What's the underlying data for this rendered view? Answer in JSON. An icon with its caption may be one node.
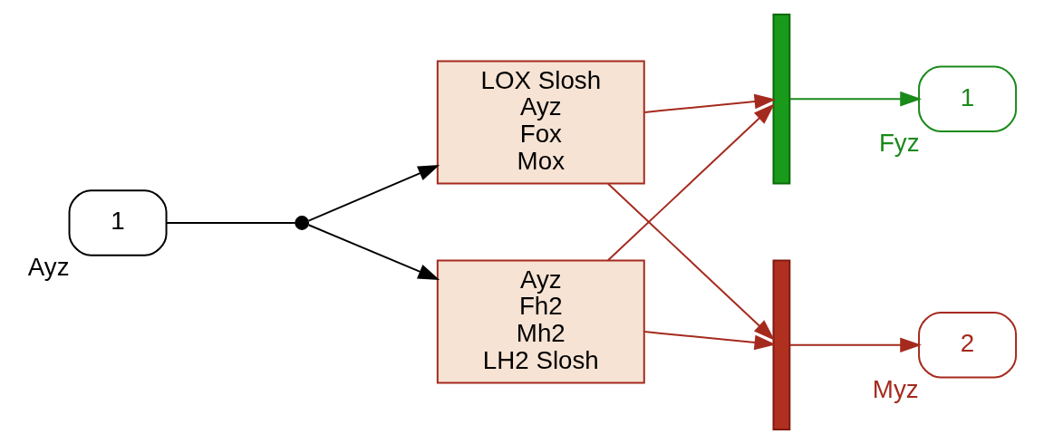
{
  "diagram": {
    "nodes": [
      {
        "text": [
          "1"
        ],
        "beside": [
          "Ayz"
        ]
      },
      {
        "text": [],
        "shape": "circle"
      },
      {
        "text": [
          "LOX Slosh",
          "Ayz",
          "Fox",
          "Mox"
        ]
      },
      {
        "text": [
          "Ayz",
          "Fh2",
          "Mh2",
          "LH2 Slosh"
        ]
      },
      {
        "text": [],
        "shape": "bar"
      },
      {
        "text": [],
        "shape": "bar"
      },
      {
        "text": [
          "1"
        ],
        "beside": [
          "Fyz"
        ]
      },
      {
        "text": [
          "2"
        ],
        "beside": [
          "Myz"
        ]
      }
    ],
    "edges": [
      {
        "from": 0,
        "to": 1,
        "arrow": "none",
        "color": "#000000"
      },
      {
        "from": 1,
        "to": 2,
        "arrow": "to",
        "color": "#000000"
      },
      {
        "from": 1,
        "to": 3,
        "arrow": "to",
        "color": "#000000"
      },
      {
        "from": 2,
        "to": 4,
        "arrow": "to",
        "color": "#a52a1e"
      },
      {
        "from": 2,
        "to": 5,
        "arrow": "to",
        "color": "#a52a1e"
      },
      {
        "from": 3,
        "to": 4,
        "arrow": "to",
        "color": "#a52a1e"
      },
      {
        "from": 3,
        "to": 5,
        "arrow": "to",
        "color": "#a52a1e"
      },
      {
        "from": 4,
        "to": 6,
        "arrow": "to",
        "color": "#1a8a1a"
      },
      {
        "from": 5,
        "to": 7,
        "arrow": "to",
        "color": "#a52a1e"
      }
    ]
  }
}
